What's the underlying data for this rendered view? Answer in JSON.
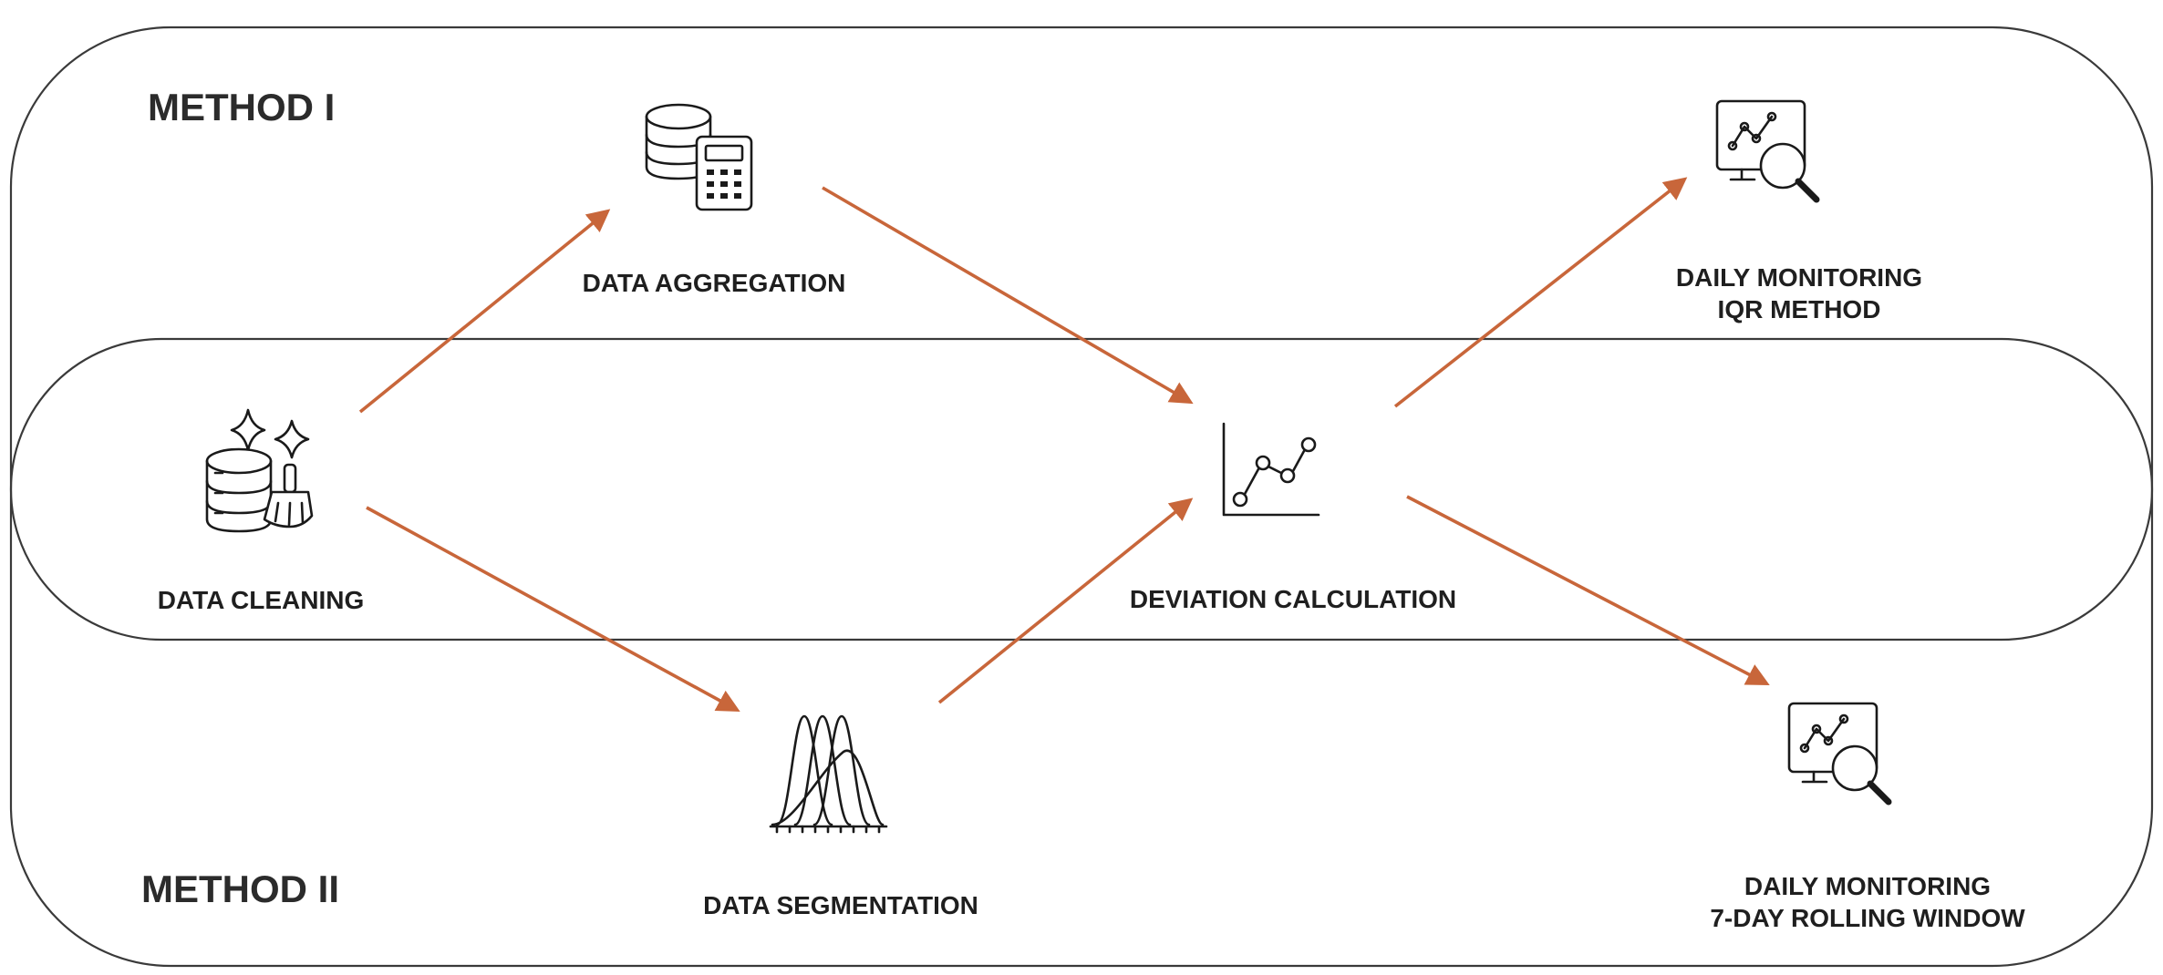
{
  "colors": {
    "arrow": "#c8663a",
    "outline": "#3a3a3a",
    "text": "#1f1f1f"
  },
  "methods": {
    "method_1": "METHOD I",
    "method_2": "METHOD II"
  },
  "nodes": {
    "data_cleaning": {
      "label": "DATA CLEANING",
      "icon": "database-broom-sparkles-icon"
    },
    "data_aggregation": {
      "label": "DATA AGGREGATION",
      "icon": "database-calculator-icon"
    },
    "data_segmentation": {
      "label": "DATA SEGMENTATION",
      "icon": "distribution-curves-icon"
    },
    "deviation_calculation": {
      "label": "DEVIATION CALCULATION",
      "icon": "line-chart-icon"
    },
    "daily_monitoring_iqr": {
      "line1": "DAILY MONITORING",
      "line2": "IQR METHOD",
      "icon": "monitor-magnifier-icon"
    },
    "daily_monitoring_rolling": {
      "line1": "DAILY MONITORING",
      "line2": "7-DAY ROLLING WINDOW",
      "icon": "monitor-magnifier-icon"
    }
  },
  "edges": [
    {
      "from": "DATA CLEANING",
      "to": "DATA AGGREGATION"
    },
    {
      "from": "DATA CLEANING",
      "to": "DATA SEGMENTATION"
    },
    {
      "from": "DATA AGGREGATION",
      "to": "DEVIATION CALCULATION"
    },
    {
      "from": "DATA SEGMENTATION",
      "to": "DEVIATION CALCULATION"
    },
    {
      "from": "DEVIATION CALCULATION",
      "to": "DAILY MONITORING IQR METHOD"
    },
    {
      "from": "DEVIATION CALCULATION",
      "to": "DAILY MONITORING 7-DAY ROLLING WINDOW"
    }
  ]
}
